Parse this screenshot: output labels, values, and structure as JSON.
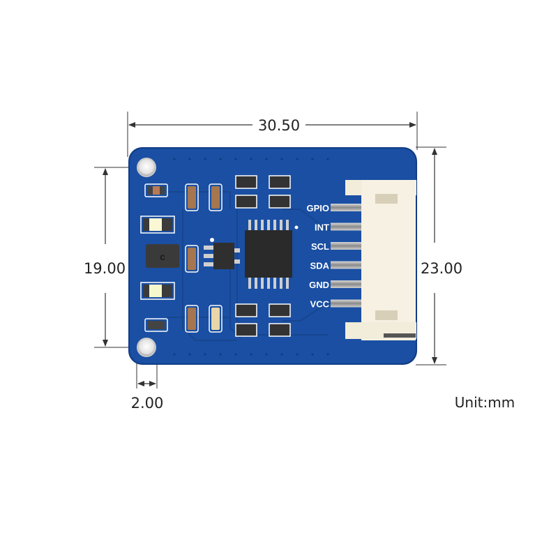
{
  "dimensions": {
    "width": "30.50",
    "height_outer": "23.00",
    "hole_spacing": "19.00",
    "hole_diameter": "2.00",
    "unit": "Unit:mm"
  },
  "connector": {
    "pins": [
      "GPIO",
      "INT",
      "SCL",
      "SDA",
      "GND",
      "VCC"
    ]
  },
  "colors": {
    "pcb": "#1a4fa3",
    "pcb_edge": "#123d86",
    "silk": "#ffffff",
    "connector": "#f3eedf",
    "ic": "#2b2b2b",
    "dim_line": "#333333"
  }
}
